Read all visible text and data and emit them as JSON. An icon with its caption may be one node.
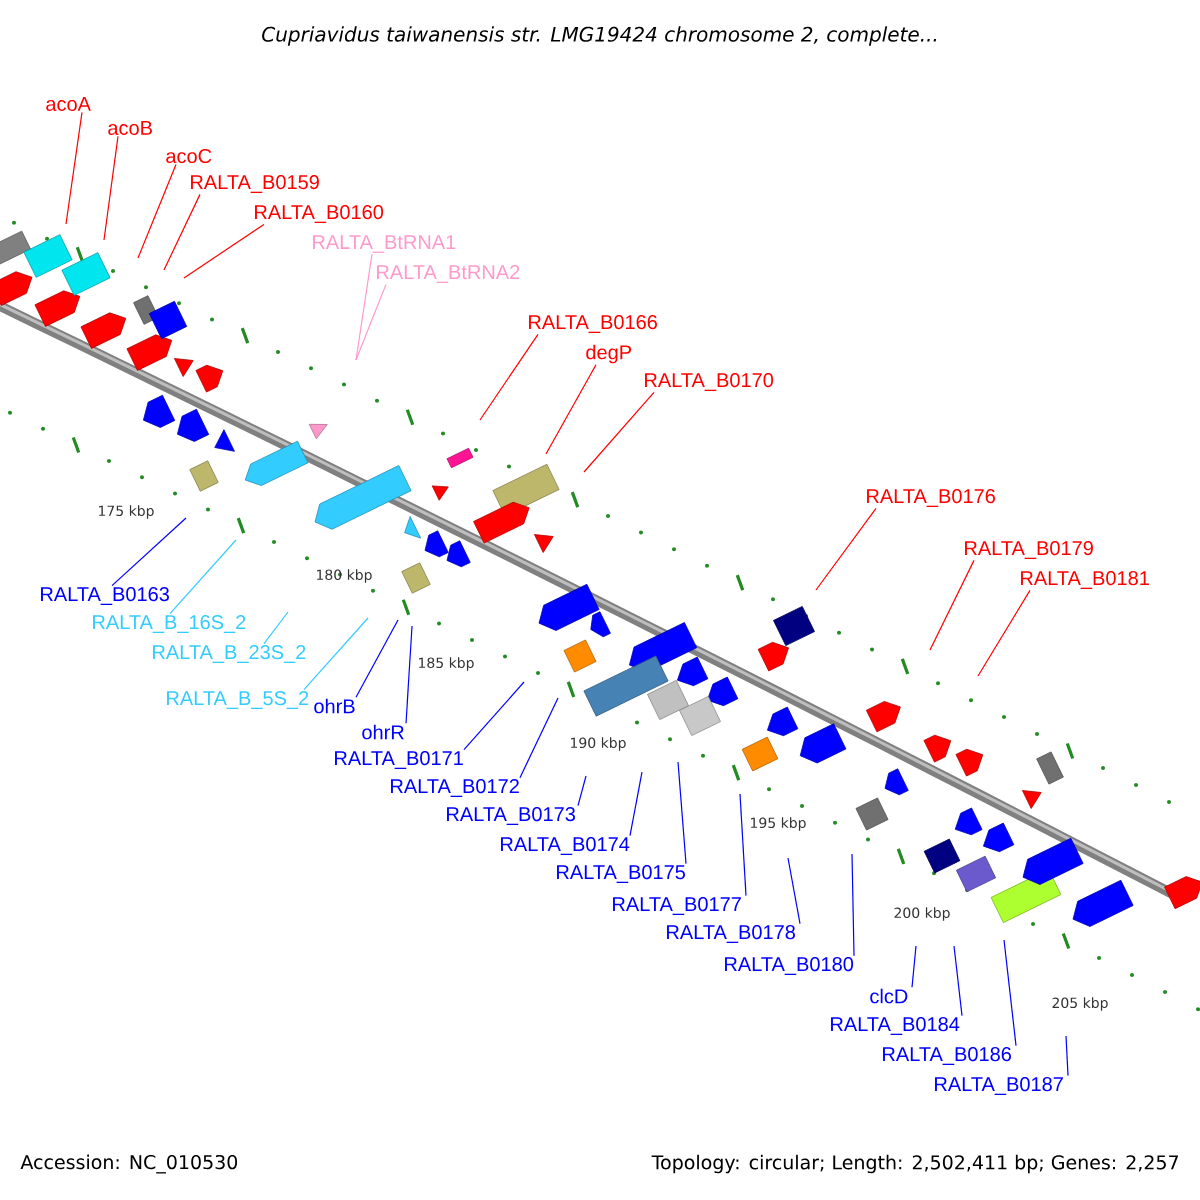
{
  "diagram": {
    "title": "Cupriavidus taiwanensis str. LMG19424 chromosome 2, complete...",
    "nodes": [
      {
        "text": [
          "acoA"
        ]
      },
      {
        "text": [
          "acoB"
        ]
      },
      {
        "text": [
          "acoC"
        ]
      },
      {
        "text": [
          "RALTA_B0159"
        ]
      },
      {
        "text": [
          "RALTA_B0160"
        ]
      },
      {
        "text": [
          "RALTA_BtRNA1"
        ]
      },
      {
        "text": [
          "RALTA_BtRNA2"
        ]
      },
      {
        "text": [
          "RALTA_B0166"
        ]
      },
      {
        "text": [
          "degP"
        ]
      },
      {
        "text": [
          "RALTA_B0170"
        ]
      },
      {
        "text": [
          "RALTA_B0176"
        ]
      },
      {
        "text": [
          "RALTA_B0179"
        ]
      },
      {
        "text": [
          "RALTA_B0181"
        ]
      },
      {
        "text": [
          "RALTA_B0163"
        ]
      },
      {
        "text": [
          "RALTA_B_16S_2"
        ]
      },
      {
        "text": [
          "RALTA_B_23S_2"
        ]
      },
      {
        "text": [
          "RALTA_B_5S_2"
        ]
      },
      {
        "text": [
          "ohrB"
        ]
      },
      {
        "text": [
          "ohrR"
        ]
      },
      {
        "text": [
          "RALTA_B0171"
        ]
      },
      {
        "text": [
          "RALTA_B0172"
        ]
      },
      {
        "text": [
          "RALTA_B0173"
        ]
      },
      {
        "text": [
          "RALTA_B0174"
        ]
      },
      {
        "text": [
          "RALTA_B0175"
        ]
      },
      {
        "text": [
          "RALTA_B0177"
        ]
      },
      {
        "text": [
          "RALTA_B0178"
        ]
      },
      {
        "text": [
          "RALTA_B0180"
        ]
      },
      {
        "text": [
          "clcD"
        ]
      },
      {
        "text": [
          "RALTA_B0184"
        ]
      },
      {
        "text": [
          "RALTA_B0186"
        ]
      },
      {
        "text": [
          "RALTA_B0187"
        ]
      }
    ],
    "edges": [
      {
        "from": 0,
        "to": null,
        "arrow": "none",
        "color": "#ff0000"
      },
      {
        "from": 1,
        "to": null,
        "arrow": "none",
        "color": "#ff0000"
      },
      {
        "from": 2,
        "to": null,
        "arrow": "none",
        "color": "#ff0000"
      },
      {
        "from": 3,
        "to": null,
        "arrow": "none",
        "color": "#ff0000"
      },
      {
        "from": 4,
        "to": null,
        "arrow": "none",
        "color": "#ff0000"
      },
      {
        "from": 5,
        "to": null,
        "arrow": "none",
        "color": "#ff99cc"
      },
      {
        "from": 6,
        "to": null,
        "arrow": "none",
        "color": "#ff99cc"
      },
      {
        "from": 7,
        "to": null,
        "arrow": "none",
        "color": "#ff0000"
      },
      {
        "from": 8,
        "to": null,
        "arrow": "none",
        "color": "#ff0000"
      },
      {
        "from": 9,
        "to": null,
        "arrow": "none",
        "color": "#ff0000"
      },
      {
        "from": 10,
        "to": null,
        "arrow": "none",
        "color": "#ff0000"
      },
      {
        "from": 11,
        "to": null,
        "arrow": "none",
        "color": "#ff0000"
      },
      {
        "from": 12,
        "to": null,
        "arrow": "none",
        "color": "#ff0000"
      },
      {
        "from": 13,
        "to": null,
        "arrow": "none"
      },
      {
        "from": 14,
        "to": null,
        "arrow": "none",
        "color": "#33ccff"
      },
      {
        "from": 15,
        "to": null,
        "arrow": "none",
        "color": "#33ccff"
      },
      {
        "from": 16,
        "to": null,
        "arrow": "none",
        "color": "#33ccff"
      },
      {
        "from": 17,
        "to": null,
        "arrow": "none"
      },
      {
        "from": 18,
        "to": null,
        "arrow": "none"
      },
      {
        "from": 19,
        "to": null,
        "arrow": "none"
      },
      {
        "from": 20,
        "to": null,
        "arrow": "none"
      },
      {
        "from": 21,
        "to": null,
        "arrow": "none"
      },
      {
        "from": 22,
        "to": null,
        "arrow": "none"
      },
      {
        "from": 23,
        "to": null,
        "arrow": "none"
      },
      {
        "from": 24,
        "to": null,
        "arrow": "none"
      },
      {
        "from": 25,
        "to": null,
        "arrow": "none"
      },
      {
        "from": 26,
        "to": null,
        "arrow": "none"
      },
      {
        "from": 27,
        "to": null,
        "arrow": "none"
      },
      {
        "from": 28,
        "to": null,
        "arrow": "none"
      },
      {
        "from": 29,
        "to": null,
        "arrow": "none"
      },
      {
        "from": 30,
        "to": null,
        "arrow": "none"
      }
    ],
    "labels": [
      "175 kbp",
      "180 kbp",
      "185 kbp",
      "190 kbp",
      "195 kbp",
      "200 kbp",
      "205 kbp",
      "Accession: NC_010530",
      "Topology: circular; Length: 2,502,411 bp; Genes: 2,257"
    ]
  }
}
